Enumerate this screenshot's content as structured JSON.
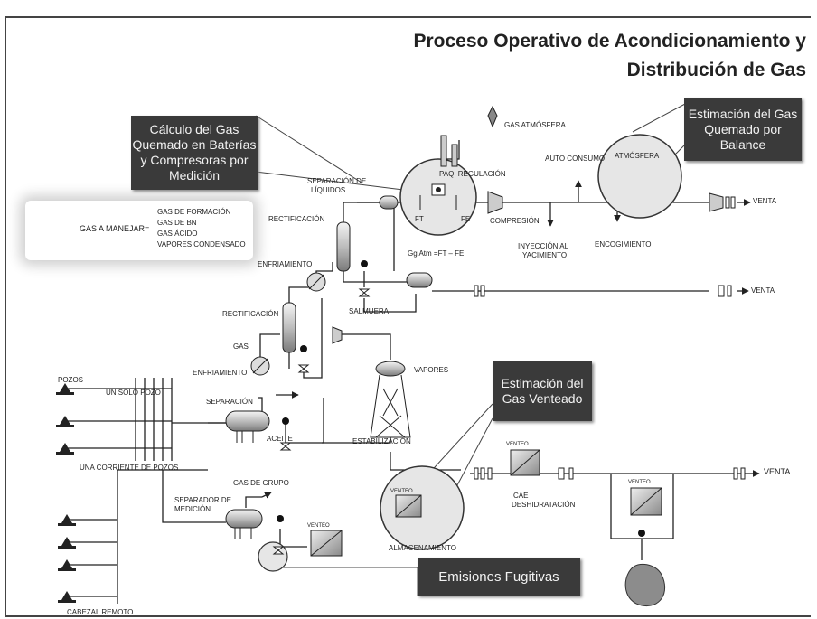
{
  "title": {
    "line1": "Proceso Operativo de Acondicionamiento y",
    "line2": "Distribución de Gas"
  },
  "boxes": {
    "calculo": "Cálculo del Gas Quemado en Baterías y Compresoras por Medición",
    "estimacion_balance": "Estimación del Gas Quemado por Balance",
    "estimacion_venteado": "Estimación del Gas Venteado",
    "emisiones": "Emisiones Fugitivas"
  },
  "callout": {
    "label": "GAS A MANEJAR=",
    "items": [
      "GAS DE FORMACIÓN",
      "GAS DE BN",
      "GAS ÁCIDO",
      "VAPORES CONDENSADO"
    ]
  },
  "labels": {
    "gas_atmosfera": "GAS ATMÓSFERA",
    "paq_regulacion": "PAQ. REGULACIÓN",
    "auto_consumo": "AUTO CONSUMO",
    "atmosfera": "ATMÓSFERA",
    "ft": "FT",
    "fe": "FE",
    "compresion": "COMPRESIÓN",
    "venta": "VENTA",
    "separacion_liquidos_1": "SEPARACIÓN DE",
    "separacion_liquidos_2": "LÍQUIDOS",
    "rectificacion": "RECTIFICACIÓN",
    "enfriamiento": "ENFRIAMIENTO",
    "gg_formula": "Gg Atm =FT – FE",
    "inyeccion_1": "INYECCIÓN AL",
    "inyeccion_2": "YACIMIENTO",
    "encogimiento": "ENCOGIMIENTO",
    "salmuera": "SALMUERA",
    "rectificacion_2": "RECTIFICACIÓN",
    "gas": "GAS",
    "vapores": "VAPORES",
    "enfriamiento_2": "ENFRIAMIENTO",
    "pozos": "POZOS",
    "un_solo_pozo": "UN SOLO POZO",
    "separacion": "SEPARACIÓN",
    "aceite": "ACEITE",
    "estabilizacion": "ESTABILIZACIÓN",
    "una_corriente": "UNA CORRIENTE DE POZOS",
    "gas_de_grupo": "GAS DE GRUPO",
    "separador_medicion_1": "SEPARADOR DE",
    "separador_medicion_2": "MEDICIÓN",
    "venteo": "VENTEO",
    "cae_1": "CAE",
    "cae_2": "DESHIDRATACIÓN",
    "almacenamiento": "ALMACENAMIENTO",
    "cabezal_remoto": "CABEZAL REMOTO"
  }
}
